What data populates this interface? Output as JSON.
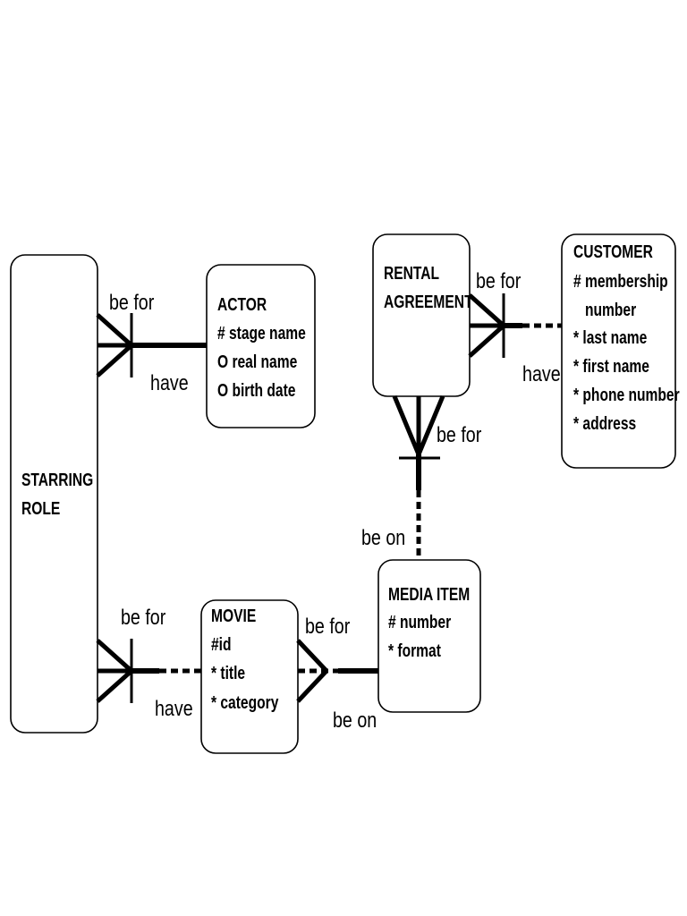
{
  "entities": {
    "starring_role": {
      "title_lines": [
        "STARRING",
        "ROLE"
      ],
      "attributes": []
    },
    "actor": {
      "title_lines": [
        "ACTOR"
      ],
      "attributes": [
        "# stage name",
        "O real name",
        "O birth date"
      ]
    },
    "movie": {
      "title_lines": [
        "MOVIE"
      ],
      "attributes": [
        "#id",
        "* title",
        "* category"
      ]
    },
    "media_item": {
      "title_lines": [
        "MEDIA ITEM"
      ],
      "attributes": [
        "# number",
        "* format"
      ]
    },
    "rental_agreement": {
      "title_lines": [
        "RENTAL",
        "AGREEMENT"
      ],
      "attributes": []
    },
    "customer": {
      "title_lines": [
        "CUSTOMER"
      ],
      "attributes": [
        "# membership",
        "   number",
        "* last name",
        "* first name",
        "* phone number",
        "* address"
      ]
    }
  },
  "relationships": {
    "role_actor": {
      "label_a": "be for",
      "label_b": "have"
    },
    "role_movie": {
      "label_a": "be for",
      "label_b": "have"
    },
    "movie_media": {
      "label_a": "be for",
      "label_b": "be on"
    },
    "rental_customer": {
      "label_a": "be for",
      "label_b": "have"
    },
    "rental_media": {
      "label_a": "be for",
      "label_b": "be on"
    }
  }
}
